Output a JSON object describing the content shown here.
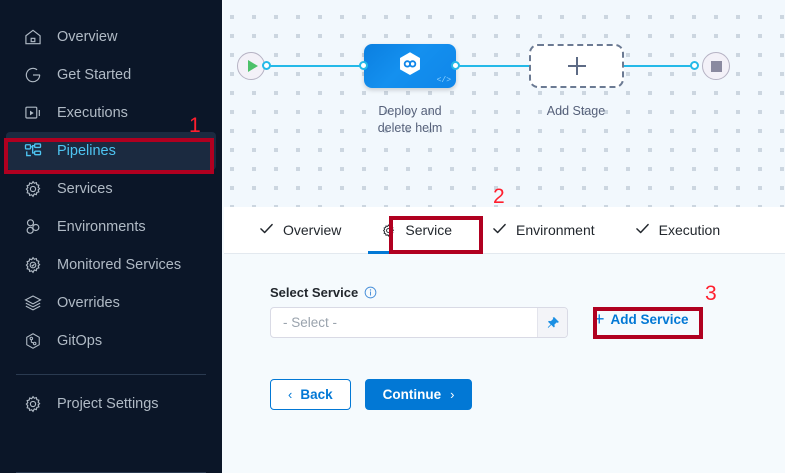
{
  "sidebar": {
    "items": [
      {
        "label": "Overview",
        "icon": "home-icon",
        "active": false
      },
      {
        "label": "Get Started",
        "icon": "get-started-icon",
        "active": false
      },
      {
        "label": "Executions",
        "icon": "executions-icon",
        "active": false
      },
      {
        "label": "Pipelines",
        "icon": "pipelines-icon",
        "active": true
      },
      {
        "label": "Services",
        "icon": "gear-icon",
        "active": false
      },
      {
        "label": "Environments",
        "icon": "environments-icon",
        "active": false
      },
      {
        "label": "Monitored Services",
        "icon": "monitored-services-icon",
        "active": false
      },
      {
        "label": "Overrides",
        "icon": "layers-icon",
        "active": false
      },
      {
        "label": "GitOps",
        "icon": "gitops-icon",
        "active": false
      }
    ],
    "footer": {
      "label": "Project Settings",
      "icon": "gear-icon"
    },
    "active_color": "#4ec4f1",
    "background": "#0b1628"
  },
  "canvas": {
    "start_node": "play-icon",
    "end_node": "stop-icon",
    "stage": {
      "name": "Deploy and\ndelete helm",
      "name_line1": "Deploy and",
      "name_line2": "delete helm",
      "icon": "harness-cd-hexagon-icon",
      "code_badge": "</>",
      "color": "#0f86e9"
    },
    "add_stage": {
      "label": "Add Stage",
      "icon": "plus-icon"
    },
    "connector_color": "#24b9e8"
  },
  "tabs": [
    {
      "label": "Overview",
      "icon": "check-icon",
      "selected": false
    },
    {
      "label": "Service",
      "icon": "gear-icon",
      "selected": true
    },
    {
      "label": "Environment",
      "icon": "check-icon",
      "selected": false
    },
    {
      "label": "Execution",
      "icon": "check-icon",
      "selected": false
    }
  ],
  "main": {
    "field_label": "Select Service",
    "field_info_icon": "info-icon",
    "select_placeholder": "- Select -",
    "select_value": "- Select -",
    "pin_icon": "pin-icon",
    "add_service_label": "Add Service",
    "add_service_plus": "+",
    "back_label": "Back",
    "back_chevron": "‹",
    "continue_label": "Continue",
    "continue_chevron": "›"
  },
  "annotations": [
    {
      "number": "1",
      "target": "sidebar-item-pipelines"
    },
    {
      "number": "2",
      "target": "tab-service"
    },
    {
      "number": "3",
      "target": "add-service-button"
    }
  ],
  "annotation_color": "#b00020"
}
